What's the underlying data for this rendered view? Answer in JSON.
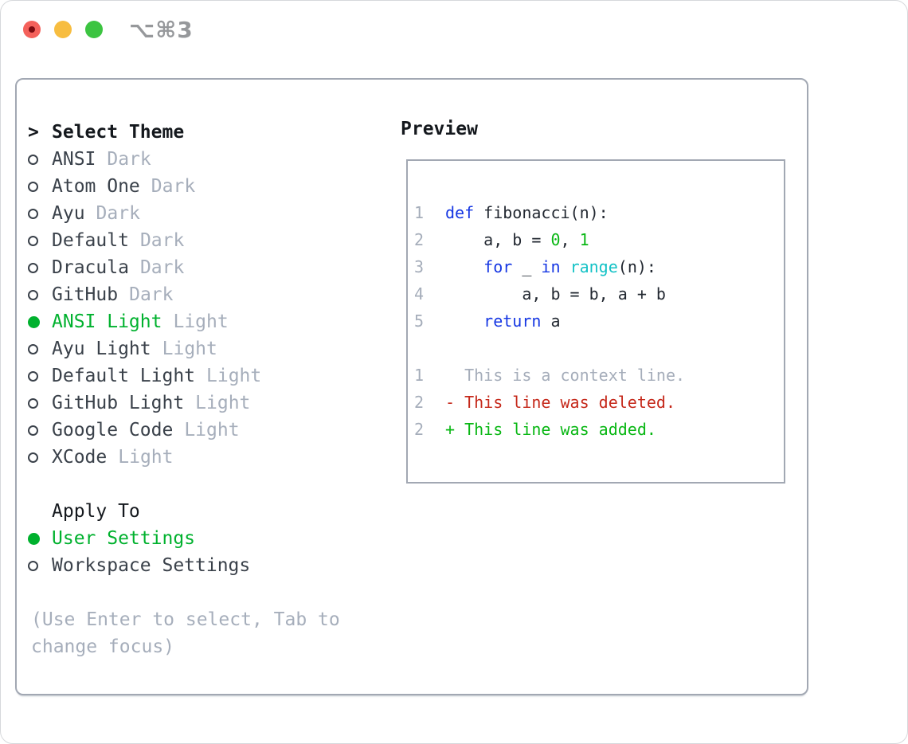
{
  "window": {
    "shortcut": "⌥⌘3",
    "traffic_lights": [
      "close",
      "minimize",
      "zoom"
    ]
  },
  "theme_panel": {
    "title_prefix": ">",
    "title": "Select Theme",
    "themes": [
      {
        "name": "ANSI",
        "variant": "Dark",
        "selected": false
      },
      {
        "name": "Atom One",
        "variant": "Dark",
        "selected": false
      },
      {
        "name": "Ayu",
        "variant": "Dark",
        "selected": false
      },
      {
        "name": "Default",
        "variant": "Dark",
        "selected": false
      },
      {
        "name": "Dracula",
        "variant": "Dark",
        "selected": false
      },
      {
        "name": "GitHub",
        "variant": "Dark",
        "selected": false
      },
      {
        "name": "ANSI Light",
        "variant": "Light",
        "selected": true
      },
      {
        "name": "Ayu Light",
        "variant": "Light",
        "selected": false
      },
      {
        "name": "Default Light",
        "variant": "Light",
        "selected": false
      },
      {
        "name": "GitHub Light",
        "variant": "Light",
        "selected": false
      },
      {
        "name": "Google Code",
        "variant": "Light",
        "selected": false
      },
      {
        "name": "XCode",
        "variant": "Light",
        "selected": false
      }
    ],
    "apply_to": {
      "title": "Apply To",
      "options": [
        {
          "label": "User Settings",
          "selected": true
        },
        {
          "label": "Workspace Settings",
          "selected": false
        }
      ]
    },
    "help_lines": [
      "(Use Enter to select, Tab to",
      "change focus)"
    ]
  },
  "preview_panel": {
    "title": "Preview",
    "code_lines": [
      {
        "number": "1",
        "segments": [
          {
            "text": "def",
            "color": "blue"
          },
          {
            "text": " fibonacci(n):",
            "color": "fg"
          }
        ]
      },
      {
        "number": "2",
        "segments": [
          {
            "text": "    a, b = ",
            "color": "fg"
          },
          {
            "text": "0",
            "color": "green"
          },
          {
            "text": ", ",
            "color": "fg"
          },
          {
            "text": "1",
            "color": "green"
          }
        ]
      },
      {
        "number": "3",
        "segments": [
          {
            "text": "    ",
            "color": "fg"
          },
          {
            "text": "for",
            "color": "blue"
          },
          {
            "text": " _ ",
            "color": "fg"
          },
          {
            "text": "in",
            "color": "blue"
          },
          {
            "text": " ",
            "color": "fg"
          },
          {
            "text": "range",
            "color": "cyan"
          },
          {
            "text": "(n):",
            "color": "fg"
          }
        ]
      },
      {
        "number": "4",
        "segments": [
          {
            "text": "        a, b = b, a + b",
            "color": "fg"
          }
        ]
      },
      {
        "number": "5",
        "segments": [
          {
            "text": "    ",
            "color": "fg"
          },
          {
            "text": "return",
            "color": "blue"
          },
          {
            "text": " a",
            "color": "fg"
          }
        ]
      }
    ],
    "diff_lines": [
      {
        "number": "1",
        "segments": [
          {
            "text": "  This is a context line.",
            "color": "gray"
          }
        ]
      },
      {
        "number": "2",
        "segments": [
          {
            "text": "- This line was deleted.",
            "color": "red"
          }
        ]
      },
      {
        "number": "2",
        "segments": [
          {
            "text": "+ This line was added.",
            "color": "green"
          }
        ]
      }
    ]
  },
  "colors": {
    "selection_green": "#00b12e",
    "code_blue": "#1637e3",
    "code_green": "#09b714",
    "code_cyan": "#14c2c6",
    "diff_red": "#c5281a",
    "muted_gray": "#a6aebb",
    "dark_text": "#3a414a",
    "panel_border": "#a2a8b3",
    "traffic_red": "#f4615b",
    "traffic_yellow": "#f7bd40",
    "traffic_green": "#3cc441"
  }
}
